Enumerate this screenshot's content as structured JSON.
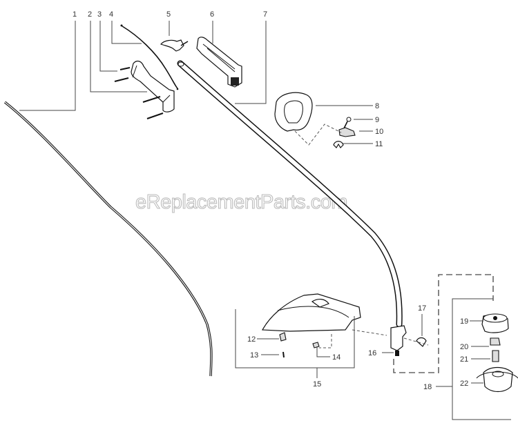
{
  "watermark": "eReplacementParts.com",
  "callouts": [
    {
      "id": "1",
      "text": "1"
    },
    {
      "id": "2",
      "text": "2"
    },
    {
      "id": "3",
      "text": "3"
    },
    {
      "id": "4",
      "text": "4"
    },
    {
      "id": "5",
      "text": "5"
    },
    {
      "id": "6",
      "text": "6"
    },
    {
      "id": "7",
      "text": "7"
    },
    {
      "id": "8",
      "text": "8"
    },
    {
      "id": "9",
      "text": "9"
    },
    {
      "id": "10",
      "text": "10"
    },
    {
      "id": "11",
      "text": "11"
    },
    {
      "id": "12",
      "text": "12"
    },
    {
      "id": "13",
      "text": "13"
    },
    {
      "id": "14",
      "text": "14"
    },
    {
      "id": "15",
      "text": "15"
    },
    {
      "id": "16",
      "text": "16"
    },
    {
      "id": "17",
      "text": "17"
    },
    {
      "id": "18",
      "text": "18"
    },
    {
      "id": "19",
      "text": "19"
    },
    {
      "id": "20",
      "text": "20"
    },
    {
      "id": "21",
      "text": "21"
    },
    {
      "id": "22",
      "text": "22"
    }
  ]
}
